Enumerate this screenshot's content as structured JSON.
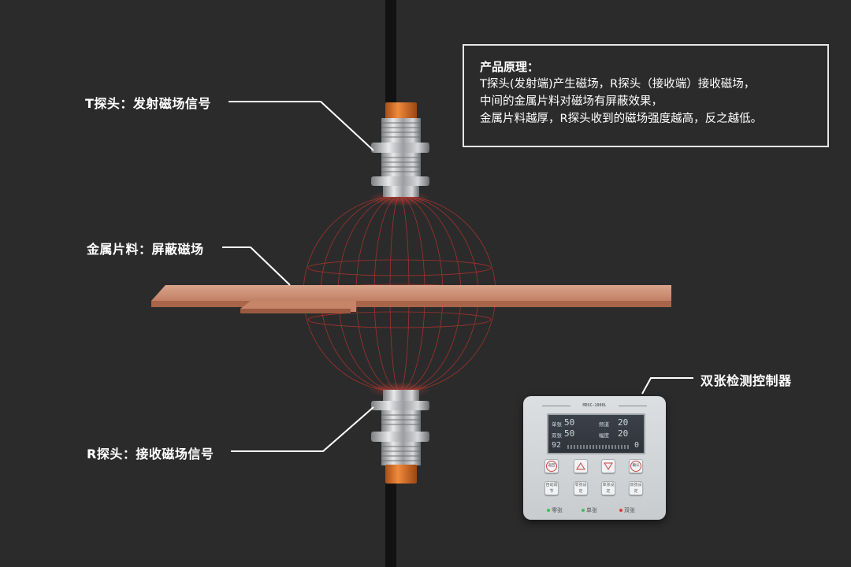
{
  "principle": {
    "title": "产品原理：",
    "lines": [
      "T探头(发射端)产生磁场，R探头（接收端）接收磁场，",
      "中间的金属片料对磁场有屏蔽效果，",
      "金属片料越厚，R探头收到的磁场强度越高，反之越低。"
    ]
  },
  "callouts": {
    "t_probe": "T探头：发射磁场信号",
    "metal_sheet": "金属片料：屏蔽磁场",
    "r_probe": "R探头：接收磁场信号",
    "controller": "双张检测控制器"
  },
  "controller": {
    "model": "MDSC-1000L",
    "display": {
      "row1": {
        "label_left": "单张",
        "value_left": "50",
        "label_right": "频道",
        "value_right": "20"
      },
      "row2": {
        "label_left": "双张",
        "value_left": "50",
        "label_right": "幅度",
        "value_right": "20"
      },
      "bottom_left": "92",
      "bottom_right": "0"
    },
    "buttons_row1": [
      "返回",
      "up-arrow-icon",
      "down-arrow-icon",
      "确认"
    ],
    "buttons_row2": [
      "自动调节",
      "零张设定",
      "单张设定",
      "双张设定"
    ],
    "indicators": [
      {
        "label": "零张",
        "color": "#3bbf5a"
      },
      {
        "label": "单张",
        "color": "#3bbf5a"
      },
      {
        "label": "双张",
        "color": "#d83a3a"
      }
    ]
  },
  "colors": {
    "background": "#2b2b2c",
    "probe_orange": "#d9722e",
    "field_lines": "#c0392b",
    "copper": "#c98a6b"
  }
}
